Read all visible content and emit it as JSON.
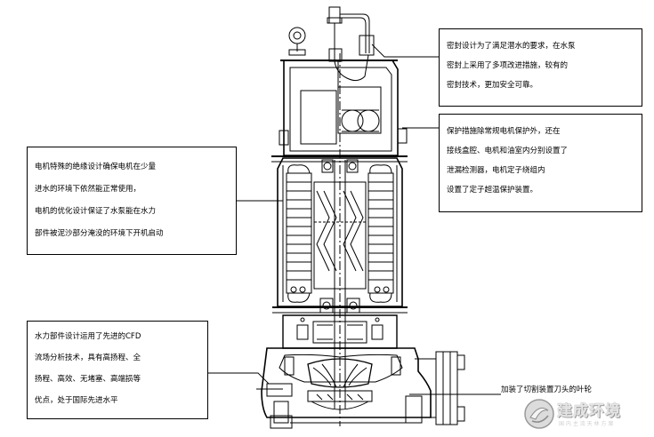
{
  "notes": {
    "seal": {
      "lines": [
        "密封设计为了满足潜水的要求，在水泵",
        "密封上采用了多项改进措施，较有的",
        "密封技术，更加安全可靠。"
      ]
    },
    "protection": {
      "lines": [
        "保护措施除常规电机保护外，还在",
        "接线盒腔、电机和油室内分别设置了",
        "泄漏检测器，电机定子绕组内",
        "设置了定子超温保护装置。"
      ]
    },
    "motor": {
      "lines": [
        "电机特殊的绝缘设计确保电机在少量",
        "进水的环境下依然能正常使用，",
        "电机的优化设计保证了水泵能在水力",
        "部件被泥沙部分淹没的环境下开机启动"
      ]
    },
    "hydraulic": {
      "lines": [
        "水力部件设计运用了先进的CFD",
        "流场分析技术，具有高扬程、全",
        "扬程、高效、无堵塞、高端损等",
        "优点，处于国际先进水平"
      ]
    },
    "cutter": {
      "text": "加装了切割装置刀头的叶轮"
    }
  },
  "logo": {
    "name": "建成环境",
    "tagline": "国 内 主 流   天 林 方 案"
  }
}
